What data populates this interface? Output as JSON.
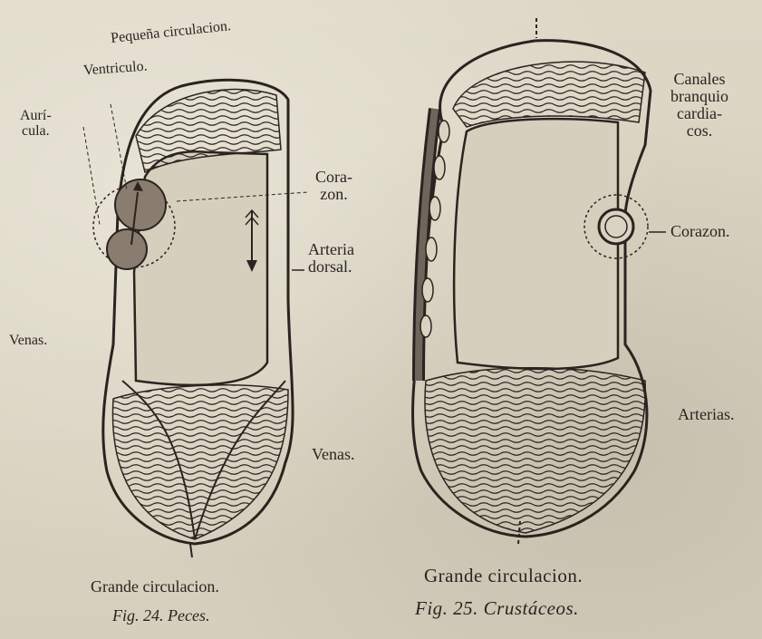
{
  "fig24": {
    "pequena": "Pequeña circulacion.",
    "ventriculo": "Ventriculo.",
    "auricula_1": "Aurí-",
    "auricula_2": "cula.",
    "corazon_1": "Cora-",
    "corazon_2": "zon.",
    "arteria_1": "Arteria",
    "arteria_2": "dorsal.",
    "venas_left": "Venas.",
    "venas_right": "Venas.",
    "grande": "Grande circulacion.",
    "caption": "Fig. 24. Peces."
  },
  "fig25": {
    "canales_1": "Canales",
    "canales_2": "branquio",
    "canales_3": "cardia-",
    "canales_4": "cos.",
    "corazon": "Corazon.",
    "arterias": "Arterias.",
    "grande": "Grande circulacion.",
    "caption": "Fig. 25. Crustáceos."
  },
  "colors": {
    "paper": "#d9d3c2",
    "ink": "#2a2420",
    "heart": "#8a7d70"
  }
}
